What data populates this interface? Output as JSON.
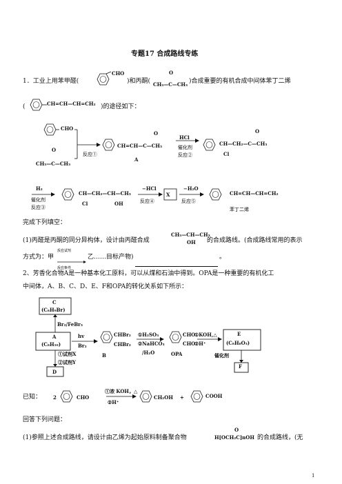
{
  "title": "专题17 合成路线专练",
  "q1": {
    "line1_a": "1．工业上用苯甲醛(",
    "line1_b": ")和丙酮(",
    "line1_c": ")合成重要的有机合成中间体苯丁二烯",
    "line2_a": "(",
    "line2_b": ")的途径如下：",
    "cho": "CHO",
    "acetone_o": "O",
    "acetone": "CH₃—C—CH₃",
    "diene": "CH=CH—CH=CH₂",
    "labels": {
      "r1": "反应①",
      "a": "A",
      "hcl": "HCl",
      "cat": "催化剂",
      "r2": "反应②",
      "enone": "CH=CH—C—CH₃",
      "o": "O",
      "chloroketone": "CH—CH₂—C—CH₃",
      "cl": "Cl",
      "h2": "H₂",
      "r3": "反应③",
      "chlorohydrin": "CH—CH₂—CH—CH₃",
      "oh": "OH",
      "mhcl": "−HCl",
      "r4": "反应④",
      "x": "X",
      "mh2o": "−H₂O",
      "r5": "反应⑤",
      "product_name": "苯丁二烯"
    },
    "fill": "完成下列填空：",
    "sub1_a": "(1)丙醛是丙酮的同分异构体，设计由丙醛合成",
    "sub1_mol": "CH₃—CH—CH₃",
    "sub1_oh": "OH",
    "sub1_b": "的合成路线。(合成路线常用的表示",
    "sub1_c": "方式为：甲",
    "sub1_arrow_top": "反应试剂",
    "sub1_arrow_bot": "反应条件",
    "sub1_d": "乙……目标产物)",
    "sub1_e": "。"
  },
  "q2": {
    "line1": "2、芳香化合物A是一种基本化工原料，可以从煤和石油中得到。OPA是一种重要的有机化工",
    "line2": "中间体，A、B、C、D、E、F和OPA的转化关系如下所示：",
    "c_label": "C",
    "c_formula": "(C₈H₉Br)",
    "br2": "Br₂/FeBr₃",
    "a_label": "A",
    "a_formula": "(C₈H₁₀)",
    "hv": "hv",
    "br2b": "Br₂",
    "b_top": "CHBr₂",
    "b_bot": "CHBr₂",
    "b": "B",
    "s1": "①H₂SO₃",
    "s2": "②NaHCO₃",
    "s3": "/H₂O",
    "opa_top": "CHO",
    "opa_bot": "CHO",
    "opa": "OPA",
    "k1": "①KOH,△",
    "k2": "②H⁺",
    "e_label": "E",
    "e_formula": "(C₈H₈O₃)",
    "cat": "催化剂",
    "f": "F",
    "x": "①试剂X",
    "y": "②试剂Y",
    "d": "D",
    "known": "已知：",
    "coef": "2",
    "cho": "CHO",
    "r_top": "①浓 KOH，△",
    "r_bot": "②H⁺",
    "ch2oh": "CH₂OH",
    "plus": "+",
    "cooh": "COOH",
    "answer": "回答下列问题：",
    "sub1_a": "(1)参照上述合成路线，请设计由乙烯为起始原料制备聚合物",
    "poly_o": "O",
    "poly": "H[OCH₂C]nOH",
    "sub1_b": "的合成路线，(无"
  },
  "page_number": "1"
}
